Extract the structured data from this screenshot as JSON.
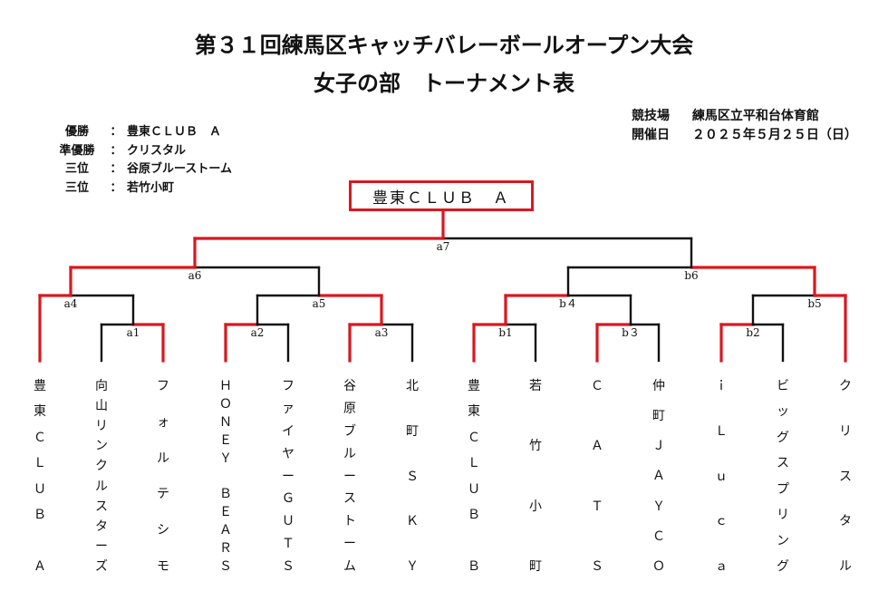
{
  "header": {
    "title": "第３１回練馬区キャッチバレーボールオープン大会",
    "subtitle": "女子の部　トーナメント表"
  },
  "venue": {
    "label": "競技場",
    "value": "練馬区立平和台体育館",
    "date_label": "開催日",
    "date_value": "２０２５年５月２５日（日）"
  },
  "results": [
    {
      "rank": "優勝",
      "sep": "：",
      "team": "豊東ＣＬＵＢ　Ａ"
    },
    {
      "rank": "準優勝",
      "sep": "：",
      "team": "クリスタル"
    },
    {
      "rank": "三位",
      "sep": "：",
      "team": "谷原ブルーストーム"
    },
    {
      "rank": "三位",
      "sep": "：",
      "team": "若竹小町"
    }
  ],
  "champion": "豊東ＣＬＵＢ　Ａ",
  "colors": {
    "winner": "#d9181f",
    "loser": "#111111"
  },
  "matches": {
    "a1": "a1",
    "a2": "a2",
    "a3": "a3",
    "a4": "a4",
    "a5": "a5",
    "a6": "a6",
    "a7": "a7",
    "b1": "b1",
    "b2": "b2",
    "b3": "b３",
    "b4": "b４",
    "b5": "b5",
    "b6": "b6"
  },
  "teams": [
    [
      "豊",
      "東",
      "Ｃ",
      "Ｌ",
      "Ｕ",
      "Ｂ",
      "",
      "Ａ"
    ],
    [
      "向",
      "山",
      "リ",
      "ン",
      "ク",
      "ル",
      "ス",
      "タ",
      "ー",
      "ズ"
    ],
    [
      "フ",
      "ォ",
      "ル",
      "テ",
      "シ",
      "モ"
    ],
    [
      "Ｈ",
      "Ｏ",
      "Ｎ",
      "Ｅ",
      "Ｙ",
      "",
      "Ｂ",
      "Ｅ",
      "Ａ",
      "Ｒ",
      "Ｓ"
    ],
    [
      "フ",
      "ァ",
      "イ",
      "ヤ",
      "ー",
      "Ｇ",
      "Ｕ",
      "Ｔ",
      "Ｓ"
    ],
    [
      "谷",
      "原",
      "ブ",
      "ル",
      "ー",
      "ス",
      "ト",
      "ー",
      "ム"
    ],
    [
      "北",
      "町",
      "Ｓ",
      "Ｋ",
      "Ｙ"
    ],
    [
      "豊",
      "東",
      "Ｃ",
      "Ｌ",
      "Ｕ",
      "Ｂ",
      "",
      "Ｂ"
    ],
    [
      "若",
      "竹",
      "小",
      "町"
    ],
    [
      "Ｃ",
      "Ａ",
      "Ｔ",
      "Ｓ"
    ],
    [
      "仲",
      "町",
      "Ｊ",
      "Ａ",
      "Ｙ",
      "Ｃ",
      "Ｏ"
    ],
    [
      "ｉ",
      "Ｌ",
      "ｕ",
      "ｃ",
      "ａ"
    ],
    [
      "ビ",
      "ッ",
      "グ",
      "ス",
      "プ",
      "リ",
      "ン",
      "グ"
    ],
    [
      "ク",
      "リ",
      "ス",
      "タ",
      "ル"
    ]
  ]
}
